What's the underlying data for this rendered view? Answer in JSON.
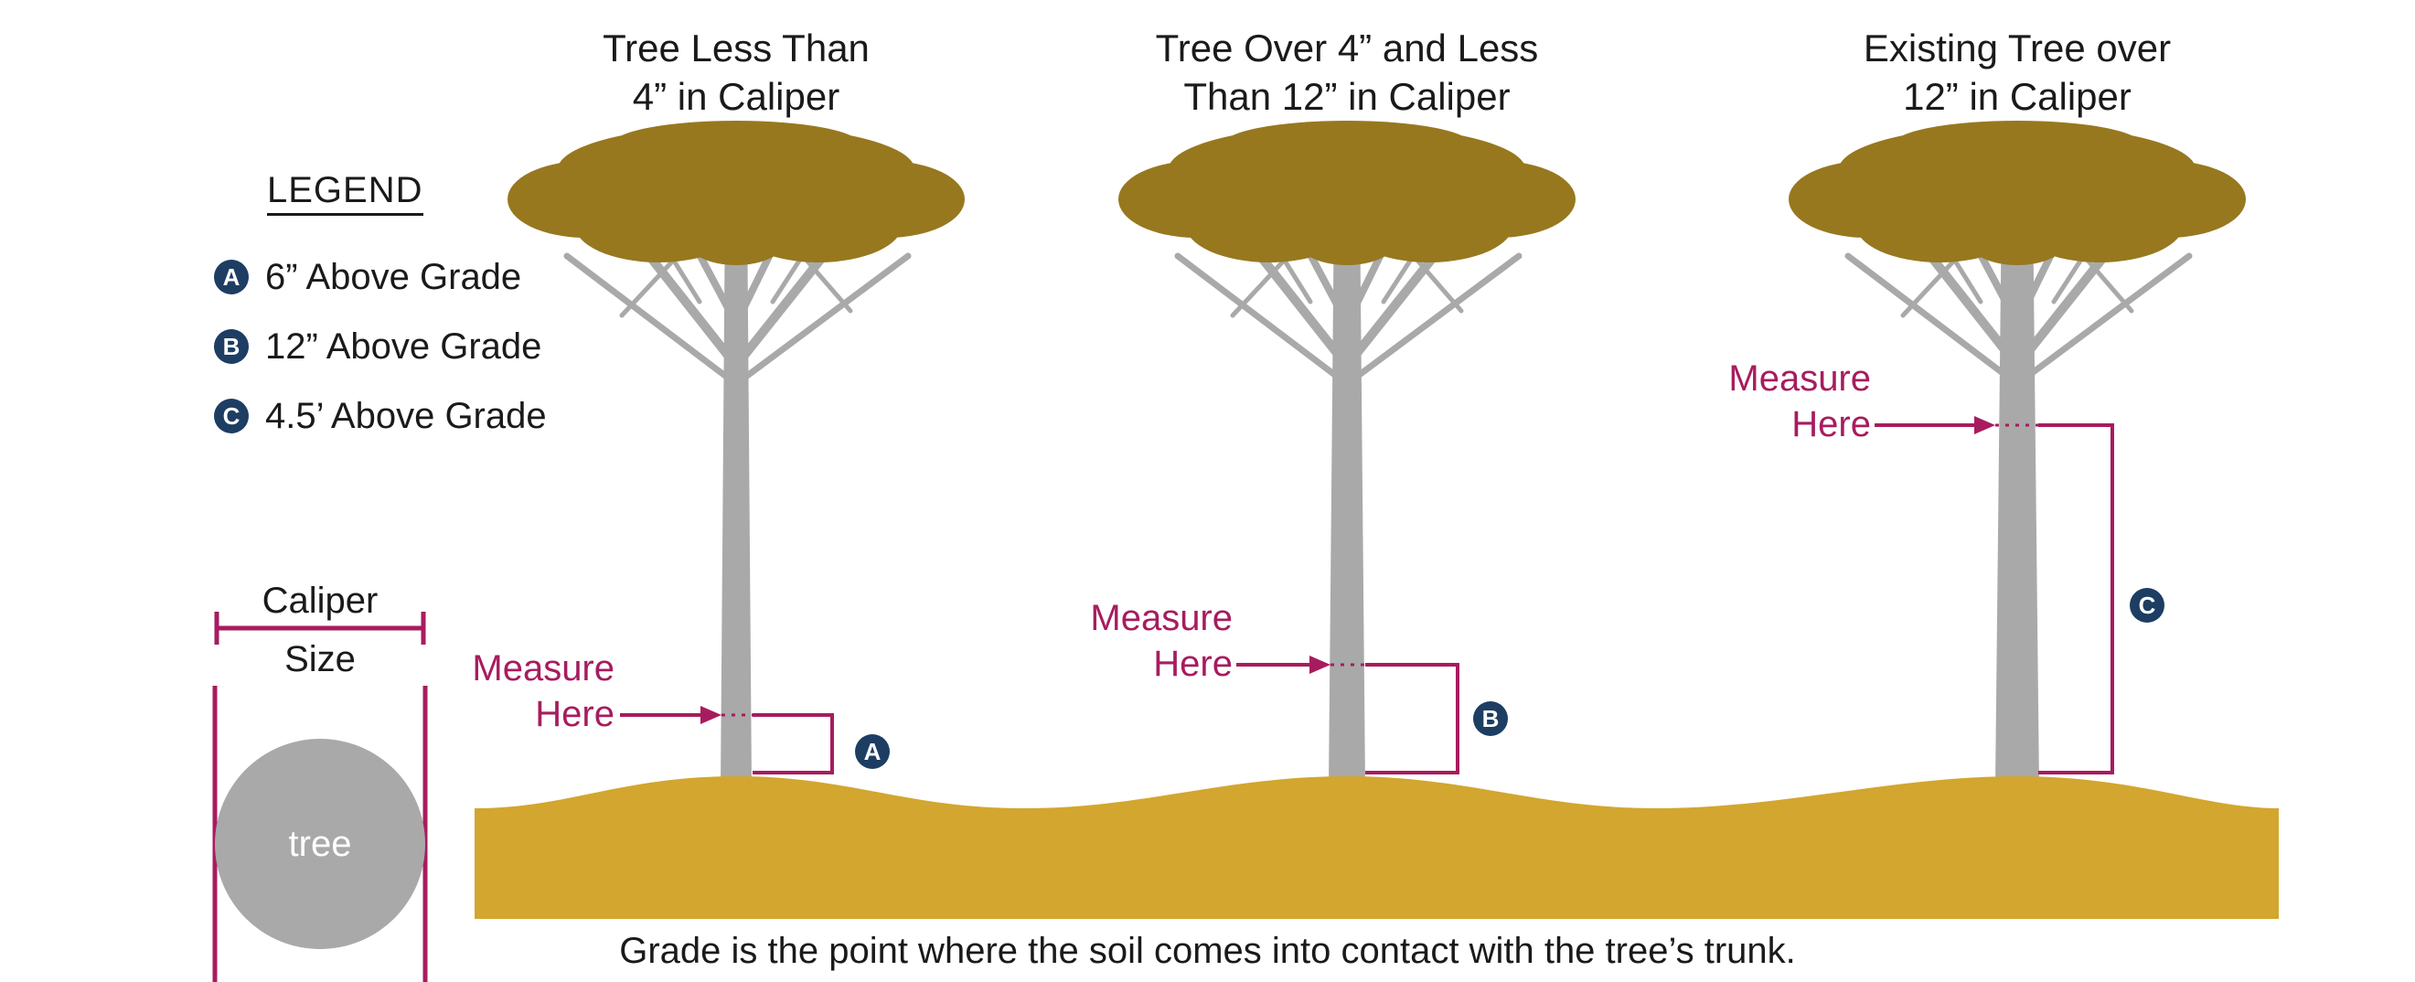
{
  "colors": {
    "magenta": "#A71C5E",
    "navy": "#1D3D63",
    "canopy": "#97781F",
    "ground": "#D2A62F",
    "trunk": "#A9A9A9",
    "text": "#1A1A1A"
  },
  "diagrams": [
    {
      "title": "Tree Less Than\n4” in Caliper",
      "measure_label": "Measure\nHere",
      "badge": "A"
    },
    {
      "title": "Tree Over 4” and Less\nThan 12” in Caliper",
      "measure_label": "Measure\nHere",
      "badge": "B"
    },
    {
      "title": "Existing Tree over\n12” in Caliper",
      "measure_label": "Measure\nHere",
      "badge": "C"
    }
  ],
  "legend": {
    "title": "LEGEND",
    "items": [
      {
        "letter": "A",
        "label": "6” Above Grade"
      },
      {
        "letter": "B",
        "label": "12” Above Grade"
      },
      {
        "letter": "C",
        "label": "4.5’ Above Grade"
      }
    ]
  },
  "caliper_gauge": {
    "label_top": "Caliper",
    "label_bottom": "Size",
    "circle_label": "tree"
  },
  "footer": "Grade is the point where the soil comes into contact with the tree’s trunk."
}
